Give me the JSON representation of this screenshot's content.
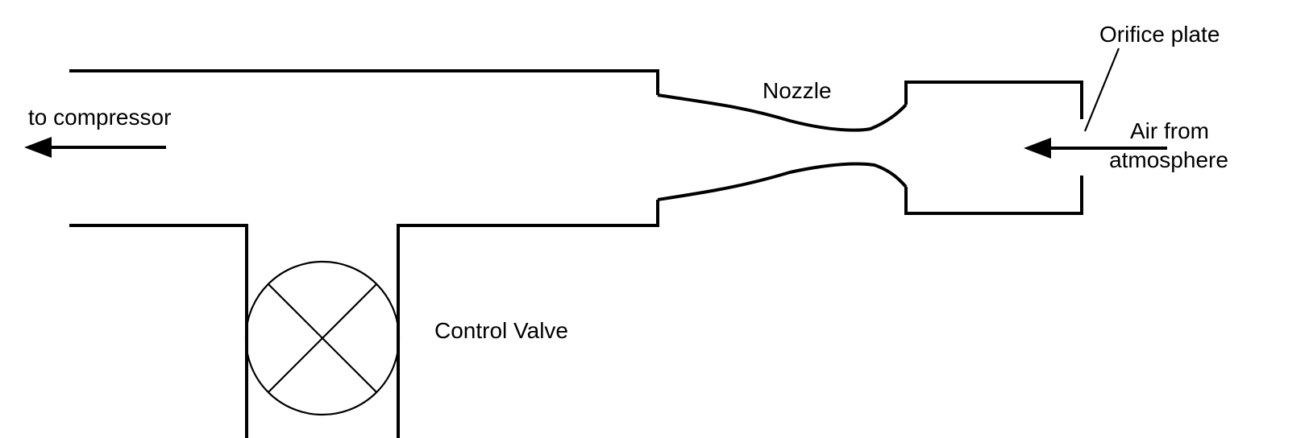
{
  "labels": {
    "to_compressor": "to compressor",
    "nozzle": "Nozzle",
    "orifice_plate": "Orifice plate",
    "air_from_line1": "Air from",
    "air_from_line2": "atmosphere",
    "control_valve": "Control Valve"
  },
  "colors": {
    "stroke": "#000000",
    "background": "#ffffff"
  }
}
